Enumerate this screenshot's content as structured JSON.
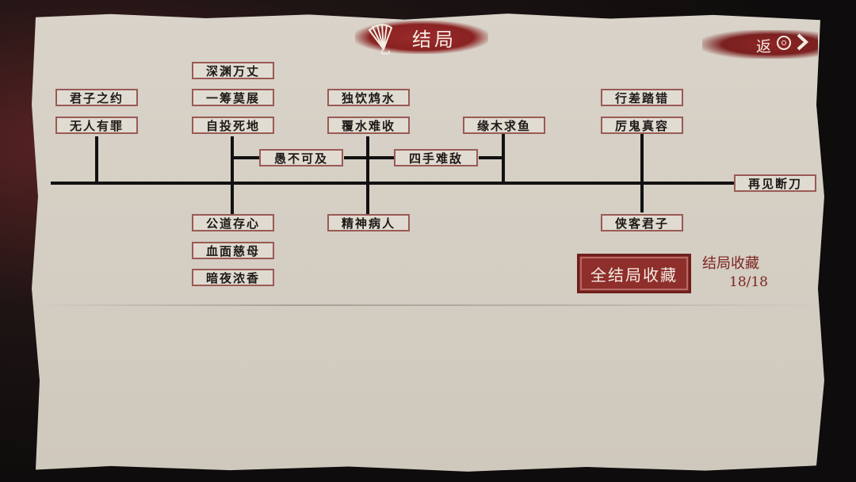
{
  "header": {
    "title": "结局"
  },
  "back": {
    "label": "返"
  },
  "endings": {
    "e1": "深渊万丈",
    "e2": "君子之约",
    "e3": "一筹莫展",
    "e4": "独饮鸩水",
    "e5": "行差踏错",
    "e6": "无人有罪",
    "e7": "自投死地",
    "e8": "覆水难收",
    "e9": "缘木求鱼",
    "e10": "厉鬼真容",
    "e11": "愚不可及",
    "e12": "四手难敌",
    "e13": "再见断刀",
    "e14": "公道存心",
    "e15": "精神病人",
    "e16": "侠客君子",
    "e17": "血面慈母",
    "e18": "暗夜浓香"
  },
  "collection": {
    "button_label": "全结局收藏",
    "label": "结局收藏",
    "count": "18/18"
  }
}
